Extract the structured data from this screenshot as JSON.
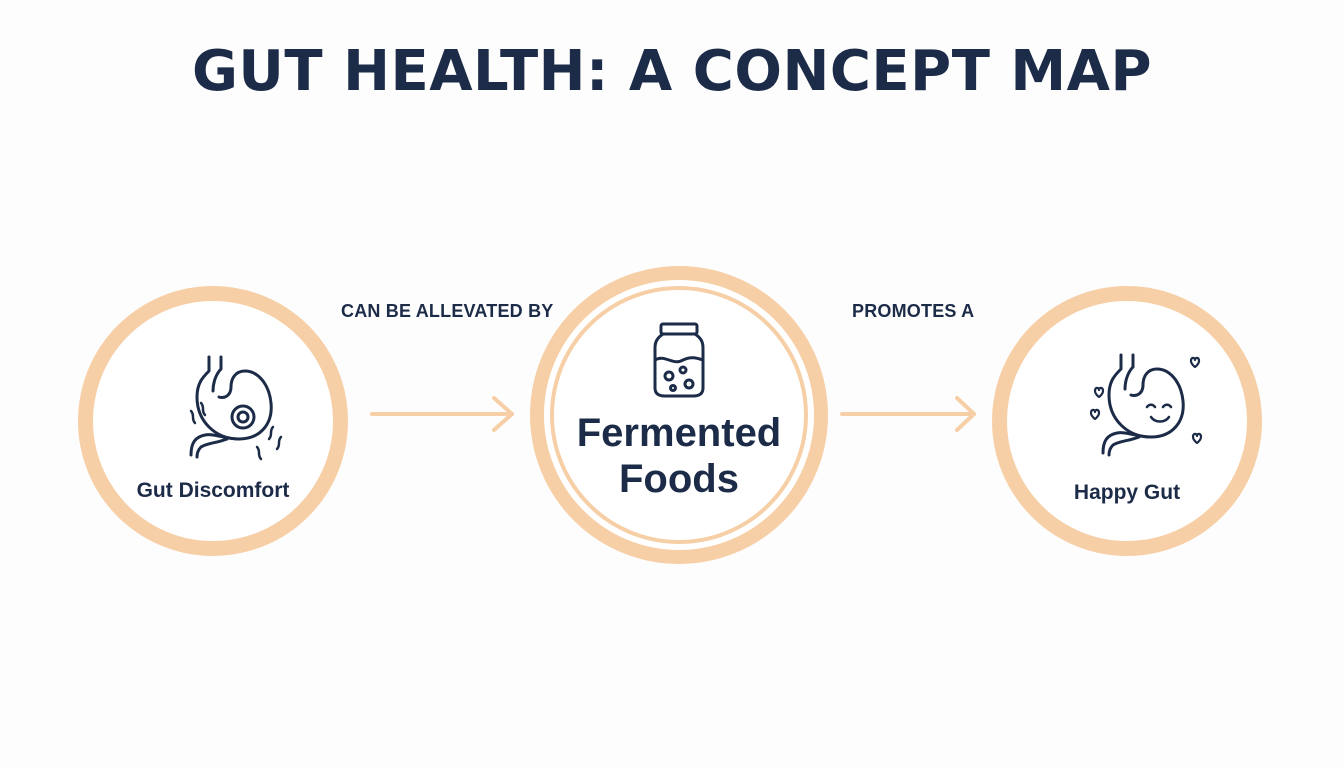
{
  "title": "GUT HEALTH: A CONCEPT MAP",
  "colors": {
    "ring": "#f7cfa6",
    "arrow": "#f7cfa6",
    "text": "#1c2b47",
    "background": "#fdfdfd"
  },
  "nodes": [
    {
      "id": "gut-discomfort",
      "label": "Gut Discomfort",
      "icon": "irritated-stomach-icon"
    },
    {
      "id": "fermented-foods",
      "label_line1": "Fermented",
      "label_line2": "Foods",
      "icon": "fermentation-jar-icon"
    },
    {
      "id": "happy-gut",
      "label": "Happy Gut",
      "icon": "happy-stomach-icon"
    }
  ],
  "edges": [
    {
      "from": "gut-discomfort",
      "to": "fermented-foods",
      "label": "CAN BE ALLEVATED BY"
    },
    {
      "from": "fermented-foods",
      "to": "happy-gut",
      "label": "PROMOTES A"
    }
  ]
}
